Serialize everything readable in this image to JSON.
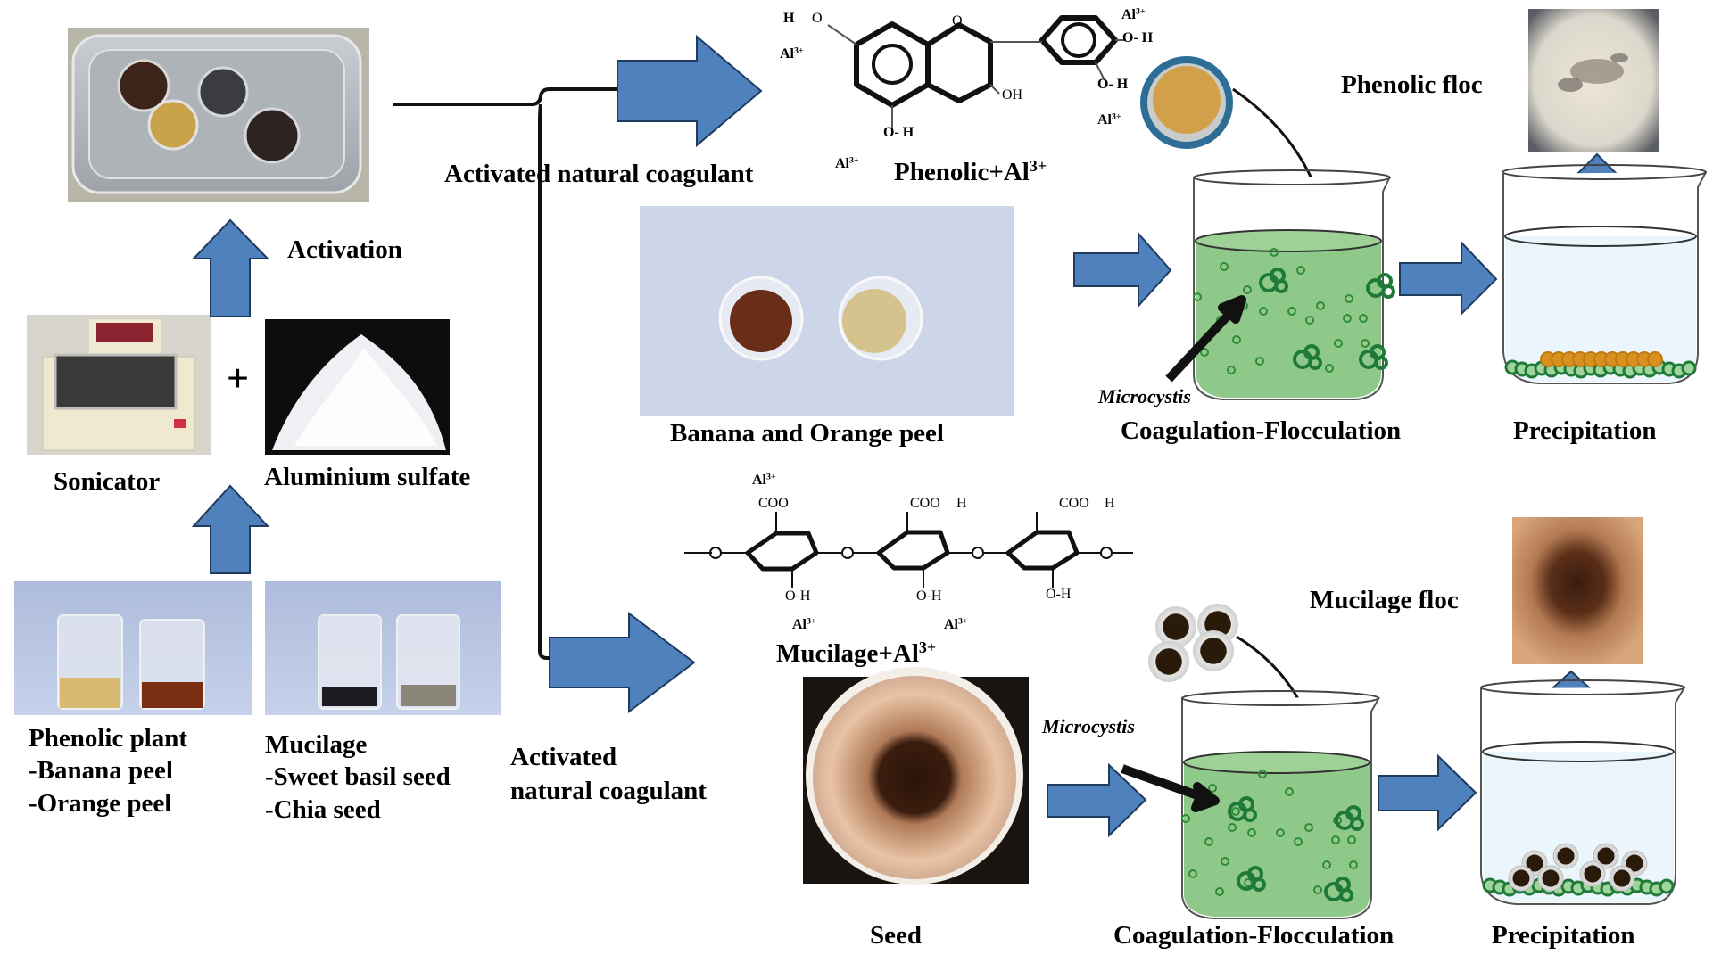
{
  "figure": {
    "left_column": {
      "activation_label": "Activation",
      "sonicator_label": "Sonicator",
      "plus_sign": "+",
      "aluminium_label": "Aluminium sulfate",
      "phenolic_group": {
        "title": "Phenolic plant",
        "items": [
          "-Banana peel",
          "-Orange peel"
        ]
      },
      "mucilage_group": {
        "title": "Mucilage",
        "items": [
          "-Sweet basil seed",
          "-Chia seed"
        ]
      }
    },
    "phenolic_branch": {
      "coagulant_label": "Activated natural coagulant",
      "complex_label": "Phenolic+Al",
      "complex_sup": "3+",
      "structure_labels": {
        "h_ion": "H",
        "al_ion": "Al",
        "al_charge": "3+",
        "oh": "OH",
        "o_h": "O- H",
        "ring_o": "O"
      },
      "sample_photo_label": "Banana and Orange peel",
      "coag_floc_label": "Coagulation-Flocculation",
      "microcystis_label": "Microcystis",
      "floc_label": "Phenolic floc",
      "precip_label": "Precipitation"
    },
    "mucilage_branch": {
      "coagulant_label_line1": "Activated",
      "coagulant_label_line2": "natural coagulant",
      "complex_label": "Mucilage+Al",
      "complex_sup": "3+",
      "structure_labels": {
        "coo": "COO",
        "h": "H",
        "al_ion": "Al",
        "al_charge": "3+",
        "o_h": "O-H"
      },
      "seed_label": "Seed",
      "coag_floc_label": "Coagulation-Flocculation",
      "microcystis_label": "Microcystis",
      "floc_label": "Mucilage floc",
      "precip_label": "Precipitation"
    },
    "colors": {
      "arrow_fill": "#4f81bd",
      "arrow_stroke": "#1f3b60",
      "water_green": "#8fc98a",
      "cell_green": "#1f7a3a",
      "clear_water": "#eaf6fb",
      "orange_floc": "#d89020"
    }
  }
}
